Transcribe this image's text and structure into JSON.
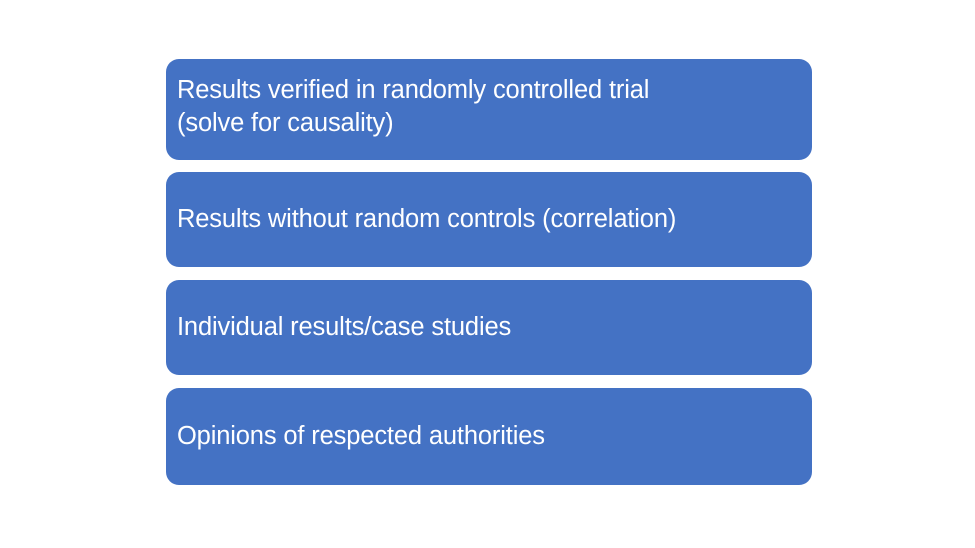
{
  "slide": {
    "background_color": "#ffffff",
    "accent_color": "#4472c4",
    "text_color": "#ffffff",
    "boxes": [
      {
        "id": "box-1",
        "name": "evidence-level-randomized-controlled-trial",
        "text": "Results verified in randomly controlled trial\n(solve for causality)",
        "line_count": 2
      },
      {
        "id": "box-2",
        "name": "evidence-level-correlation",
        "text": "Results without random controls (correlation)",
        "line_count": 1
      },
      {
        "id": "box-3",
        "name": "evidence-level-case-studies",
        "text": "Individual results/case studies",
        "line_count": 1
      },
      {
        "id": "box-4",
        "name": "evidence-level-expert-opinion",
        "text": "Opinions of respected authorities",
        "line_count": 1
      }
    ]
  }
}
